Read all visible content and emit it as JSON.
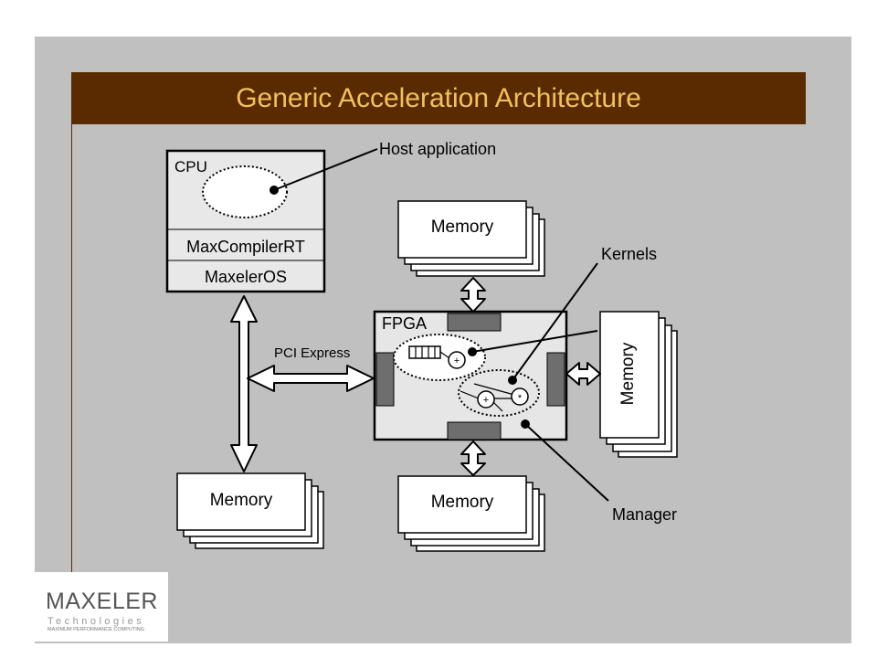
{
  "title": "Generic Acceleration Architecture",
  "labels": {
    "cpu": "CPU",
    "host_application": "Host application",
    "maxcompiler_rt": "MaxCompilerRT",
    "maxeler_os": "MaxelerOS",
    "pci_express": "PCI Express",
    "fpga": "FPGA",
    "kernels": "Kernels",
    "manager": "Manager",
    "memory_top": "Memory",
    "memory_right": "Memory",
    "memory_bottom": "Memory",
    "memory_left": "Memory",
    "plus_1": "+",
    "plus_2": "+",
    "mult": "*"
  },
  "logo": {
    "name": "MAXELER",
    "sub": "Technologies",
    "tagline": "MAXIMUM PERFORMANCE COMPUTING"
  },
  "colors": {
    "title_bar": "#5a2b00",
    "title_text": "#f0c060",
    "slide_background": "#c0c0c0",
    "fpga_fill": "#e6e6e6",
    "port_fill": "#6e6e6e"
  }
}
